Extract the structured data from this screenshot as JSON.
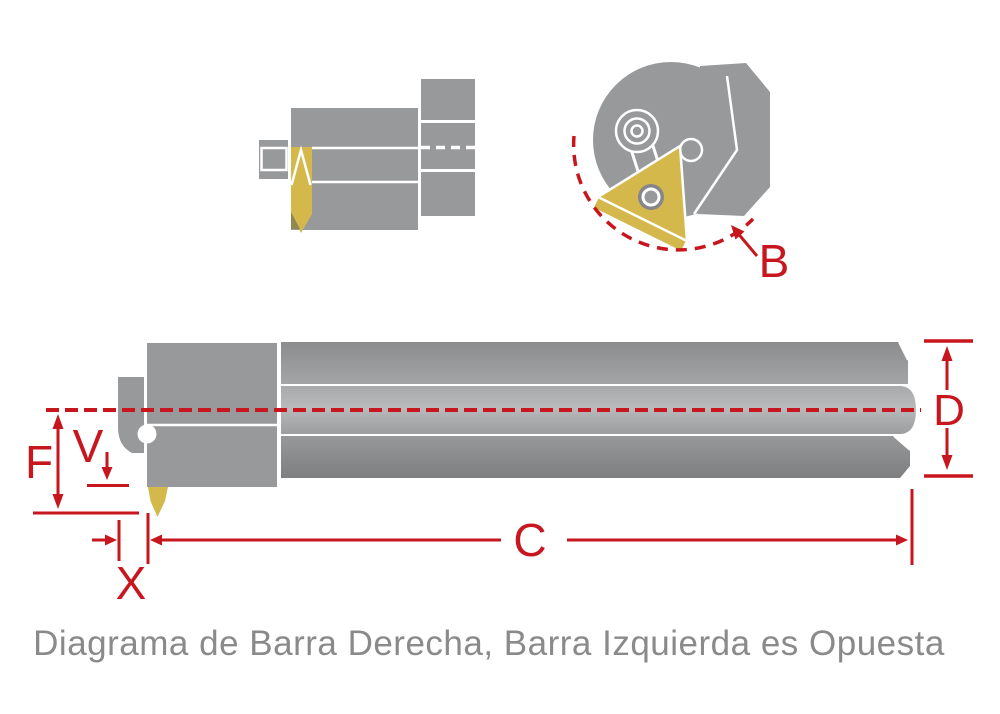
{
  "diagram": {
    "caption": "Diagrama de Barra Derecha, Barra Izquierda es Opuesta",
    "labels": {
      "b": "B",
      "c": "C",
      "d": "D",
      "f": "F",
      "v": "V",
      "x": "X"
    },
    "colors": {
      "dimension_red": "#c8161e",
      "steel_gray": "#98999b",
      "insert_gold": "#d4b84b",
      "caption_gray": "#8a8a8a"
    }
  }
}
